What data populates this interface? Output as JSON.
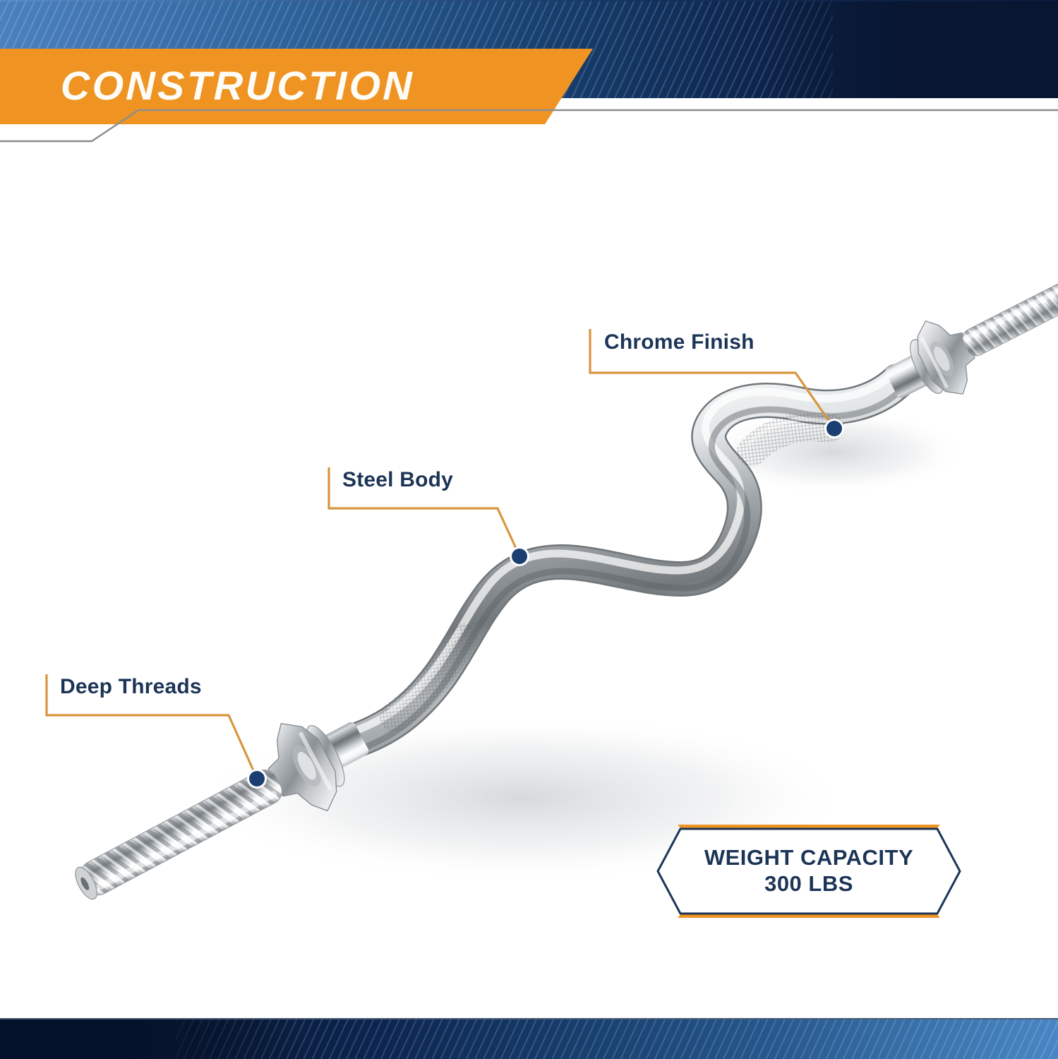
{
  "header": {
    "title": "CONSTRUCTION",
    "accent_color": "#ef9422",
    "navy_color": "#0a1a3c",
    "light_blue": "#4a80be"
  },
  "callouts": [
    {
      "id": "chrome-finish",
      "label": "Chrome Finish",
      "dot_color": "#1c3f72",
      "line_color": "#d8963f"
    },
    {
      "id": "steel-body",
      "label": "Steel Body",
      "dot_color": "#1c3f72",
      "line_color": "#d8963f"
    },
    {
      "id": "deep-threads",
      "label": "Deep Threads",
      "dot_color": "#1c3f72",
      "line_color": "#d8963f"
    }
  ],
  "badge": {
    "line1": "WEIGHT CAPACITY",
    "line2": "300 LBS",
    "border_color": "#1c3557",
    "accent_color": "#ef9422"
  },
  "product": {
    "name": "chrome-ez-curl-barbell",
    "description": "EZ curl weight bar with spinlock star collars and threaded ends"
  }
}
